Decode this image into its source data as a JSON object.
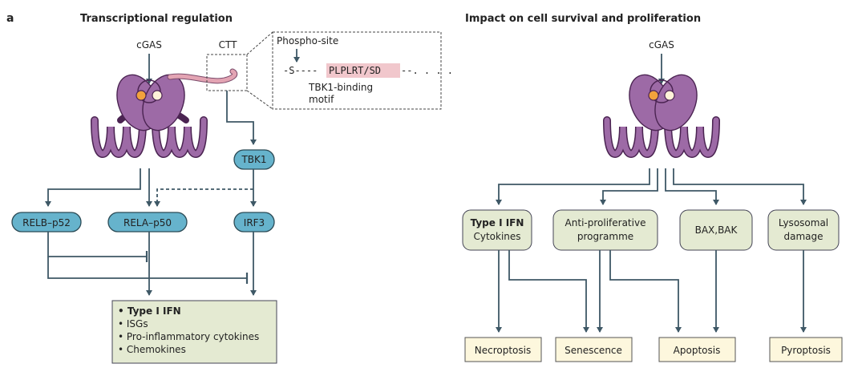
{
  "panel_letter": "a",
  "left": {
    "title": "Transcriptional regulation",
    "cgas_label": "cGAS",
    "ctt_label": "CTT",
    "phospho_site_label": "Phospho-site",
    "sequence_prefix": "-S----",
    "sequence_motif": "PLPLRT/SD",
    "sequence_suffix": "--. . . .",
    "tbk1_binding_line1": "TBK1-binding",
    "tbk1_binding_line2": "motif",
    "tbk1": "TBK1",
    "relb_p52": "RELB–p52",
    "rela_p50": "RELA–p50",
    "irf3": "IRF3",
    "outputs": [
      "• Type I IFN",
      "• ISGs",
      "• Pro-inflammatory cytokines",
      "• Chemokines"
    ]
  },
  "right": {
    "title": "Impact on cell survival and proliferation",
    "cgas_label": "cGAS",
    "type1_ifn_line1": "Type I IFN",
    "type1_ifn_line2": "Cytokines",
    "antiprolif_line1": "Anti-proliferative",
    "antiprolif_line2": "programme",
    "bax_bak": "BAX,BAK",
    "lysosomal_line1": "Lysosomal",
    "lysosomal_line2": "damage",
    "outcomes": [
      "Necroptosis",
      "Senescence",
      "Apoptosis",
      "Pyroptosis"
    ]
  },
  "colors": {
    "sting_fill": "#9d6aa6",
    "sting_outline": "#4b2452",
    "pill_fill": "#66b3cc",
    "ctt_tail": "#e3a4b3",
    "motif_highlight": "#f1c7cc",
    "output_box": "#e4ead2",
    "outcome_box": "#fdf7dd",
    "arrow": "#3e5866"
  }
}
